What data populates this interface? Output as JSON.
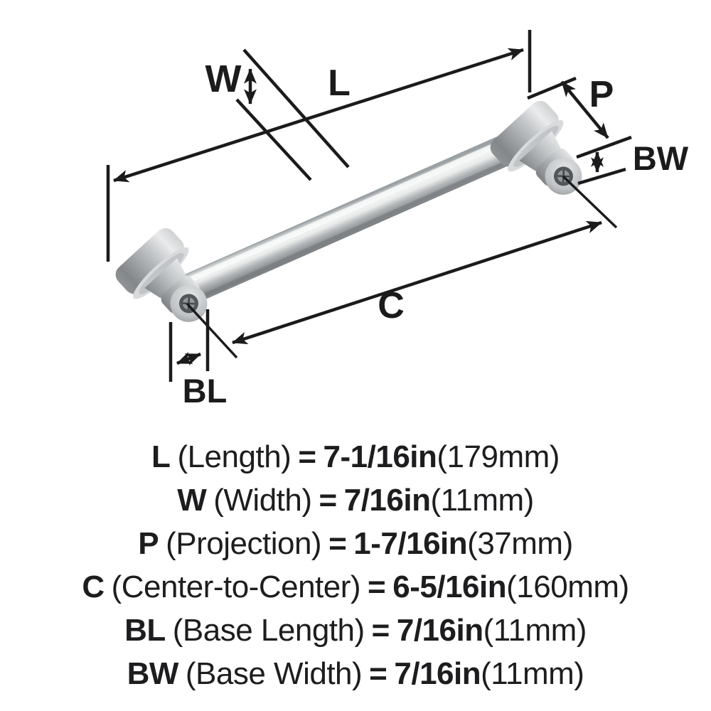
{
  "diagram": {
    "labels": {
      "length": "L",
      "width": "W",
      "projection": "P",
      "center_to_center": "C",
      "base_length": "BL",
      "base_width": "BW"
    },
    "colors": {
      "line": "#1b1b1b",
      "background": "#ffffff",
      "metal_highlight": "#f2f3f3",
      "metal_mid": "#b7babc",
      "metal_shadow": "#7c8083"
    }
  },
  "specs": [
    {
      "symbol": "L",
      "name": "(Length)",
      "equals": "=",
      "imperial": "7-1/16in",
      "metric": "(179mm)"
    },
    {
      "symbol": "W",
      "name": "(Width)",
      "equals": "=",
      "imperial": "7/16in",
      "metric": "(11mm)"
    },
    {
      "symbol": "P",
      "name": "(Projection)",
      "equals": "=",
      "imperial": "1-7/16in",
      "metric": "(37mm)"
    },
    {
      "symbol": "C",
      "name": "(Center-to-Center)",
      "equals": "=",
      "imperial": "6-5/16in",
      "metric": "(160mm)"
    },
    {
      "symbol": "BL",
      "name": "(Base Length)",
      "equals": "=",
      "imperial": "7/16in",
      "metric": "(11mm)"
    },
    {
      "symbol": "BW",
      "name": "(Base Width)",
      "equals": "=",
      "imperial": "7/16in",
      "metric": "(11mm)"
    }
  ]
}
